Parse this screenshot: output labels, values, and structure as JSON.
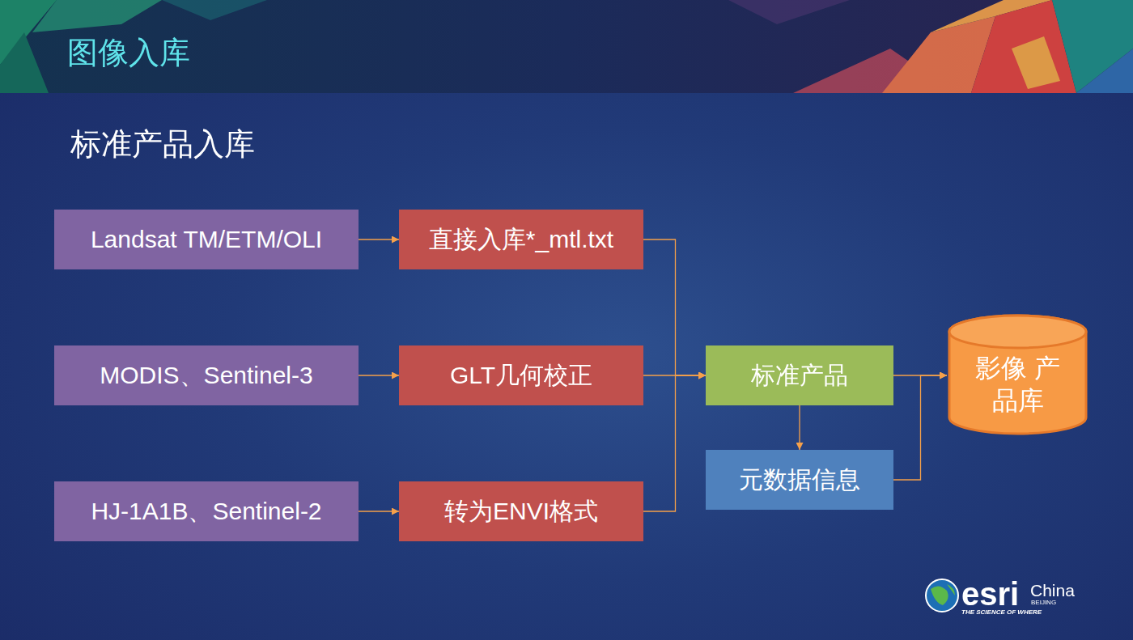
{
  "diagram": {
    "title": "图像入库",
    "nodes": [
      {
        "text": [
          "Landsat TM/ETM/OLI"
        ]
      },
      {
        "text": [
          "直接入库*_mtl.txt"
        ]
      },
      {
        "text": [
          "MODIS、Sentinel-3"
        ]
      },
      {
        "text": [
          "GLT几何校正"
        ]
      },
      {
        "text": [
          "标准产品"
        ]
      },
      {
        "text": [
          "影像 产品库"
        ]
      },
      {
        "text": [
          "元数据信息"
        ]
      },
      {
        "text": [
          "HJ-1A1B、Sentinel-2"
        ]
      },
      {
        "text": [
          "转为ENVI格式"
        ]
      }
    ],
    "edges": [
      {
        "from": 0,
        "to": 1,
        "arrow": "to"
      },
      {
        "from": 2,
        "to": 3,
        "arrow": "to"
      },
      {
        "from": 7,
        "to": 8,
        "arrow": "to"
      },
      {
        "from": 1,
        "to": 4,
        "arrow": "to"
      },
      {
        "from": 3,
        "to": 4,
        "arrow": "to"
      },
      {
        "from": 8,
        "to": 4,
        "arrow": "to"
      },
      {
        "from": 4,
        "to": 5,
        "arrow": "to"
      },
      {
        "from": 4,
        "to": 6,
        "arrow": "to"
      },
      {
        "from": 6,
        "to": 5,
        "arrow": "to"
      }
    ],
    "labels": [
      "标准产品入库",
      "esri",
      "China",
      "BEIJING",
      "THE SCIENCE OF WHERE"
    ]
  }
}
